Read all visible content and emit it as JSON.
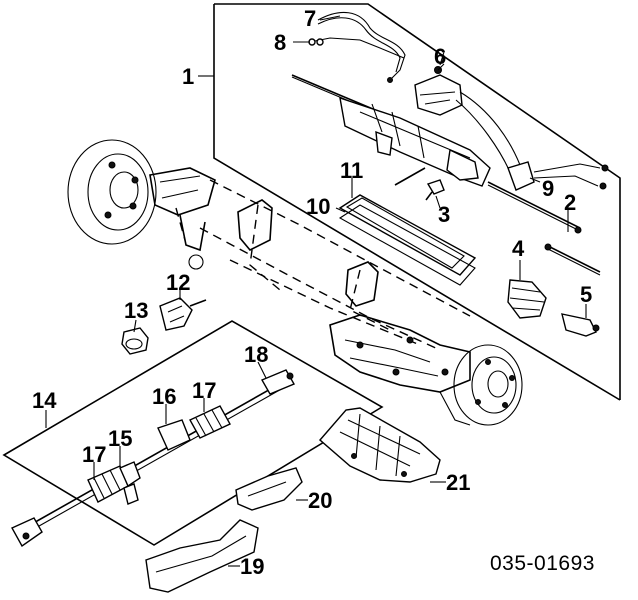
{
  "diagram": {
    "callouts": {
      "c1": "1",
      "c2": "2",
      "c3": "3",
      "c4": "4",
      "c5": "5",
      "c6": "6",
      "c7": "7",
      "c8": "8",
      "c9": "9",
      "c10": "10",
      "c11": "11",
      "c12": "12",
      "c13": "13",
      "c14": "14",
      "c15": "15",
      "c16": "16",
      "c17a": "17",
      "c17b": "17",
      "c18": "18",
      "c19": "19",
      "c20": "20",
      "c21": "21"
    },
    "reference_code": "035-01693"
  }
}
